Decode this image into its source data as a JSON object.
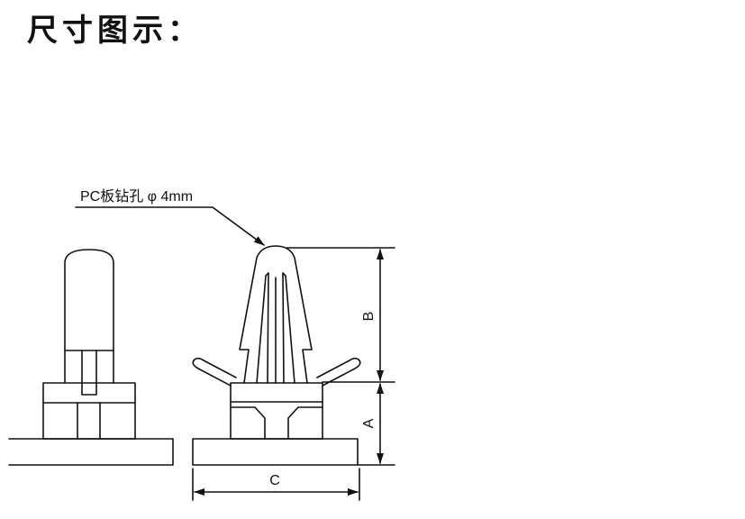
{
  "page": {
    "title": "尺寸图示："
  },
  "diagram": {
    "callout_label": "PC板钻孔 φ 4mm",
    "dimension_a": "A",
    "dimension_b": "B",
    "dimension_c": "C"
  },
  "colors": {
    "line": "#111111",
    "background": "#ffffff"
  }
}
